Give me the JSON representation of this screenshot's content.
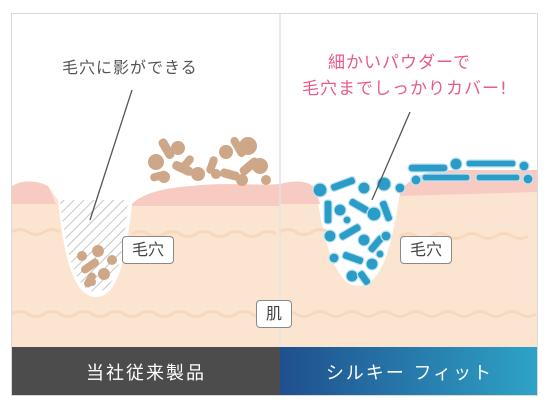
{
  "left_panel": {
    "caption": "毛穴に影ができる",
    "pore_label": "毛穴",
    "footer_label": "当社従来製品"
  },
  "right_panel": {
    "caption_line1": "細かいパウダーで",
    "caption_line2": "毛穴までしっかりカバー!",
    "pore_label": "毛穴",
    "footer_label": "シルキー フィット"
  },
  "skin_label": "肌",
  "colors": {
    "skin": "#fbe5d0",
    "skin_top": "#f7c7bf",
    "old_powder": "#cda787",
    "new_powder": "#2b9cc8",
    "left_footer": "#4c4c4c",
    "right_footer_start": "#1f4f8e",
    "right_footer_end": "#2ea3c7",
    "accent_text": "#e85a8c"
  }
}
